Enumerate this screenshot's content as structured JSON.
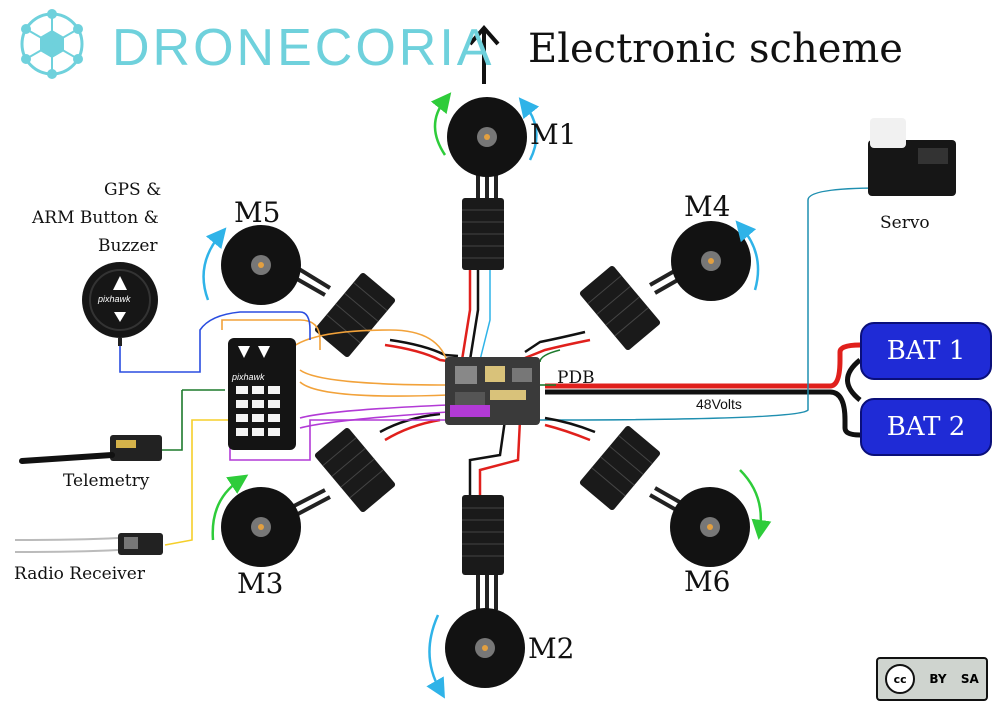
{
  "header": {
    "brand": "DRONECORIA",
    "arrow": "↑",
    "title": "Electronic scheme"
  },
  "motors": {
    "m1": "M1",
    "m2": "M2",
    "m3": "M3",
    "m4": "M4",
    "m5": "M5",
    "m6": "M6"
  },
  "components": {
    "gps_line1": "GPS &",
    "gps_line2": "ARM Button &",
    "gps_line3": "Buzzer",
    "servo": "Servo",
    "telemetry": "Telemetry",
    "radio": "Radio Receiver",
    "pdb": "PDB",
    "voltage": "48Volts",
    "fc_brand": "pixhawk",
    "gps_brand": "pixhawk"
  },
  "batteries": {
    "bat1": "BAT 1",
    "bat2": "BAT 2"
  },
  "license": {
    "cc": "cc",
    "by": "BY",
    "sa": "SA"
  },
  "colors": {
    "brand": "#6fd1dc",
    "battery": "#1f2bd6",
    "wire_red": "#e0201c",
    "wire_black": "#111111",
    "wire_orange": "#f2a23a",
    "wire_purple": "#b23ad6",
    "wire_yellow": "#f5cf2a",
    "wire_blue": "#2a4de0",
    "wire_teal": "#1f8fb0",
    "wire_green": "#1d7a2c",
    "rotation_green": "#2ecc3a",
    "rotation_blue": "#2fb3e8"
  }
}
